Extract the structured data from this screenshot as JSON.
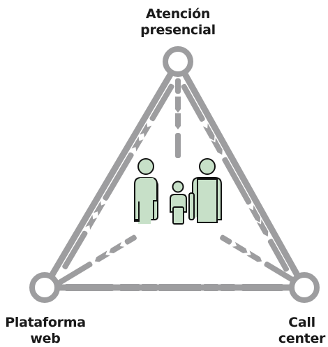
{
  "nodes": {
    "top": {
      "line1": "Atención",
      "line2": "presencial"
    },
    "left": {
      "line1": "Plataforma",
      "line2": "web"
    },
    "right": {
      "line1": "Call",
      "line2": "center"
    }
  },
  "colors": {
    "edge": "#9d9d9f",
    "figure_fill": "#c7e0c8",
    "figure_stroke": "#111111",
    "text": "#1a1a1a"
  },
  "center_icon": "family-icon"
}
